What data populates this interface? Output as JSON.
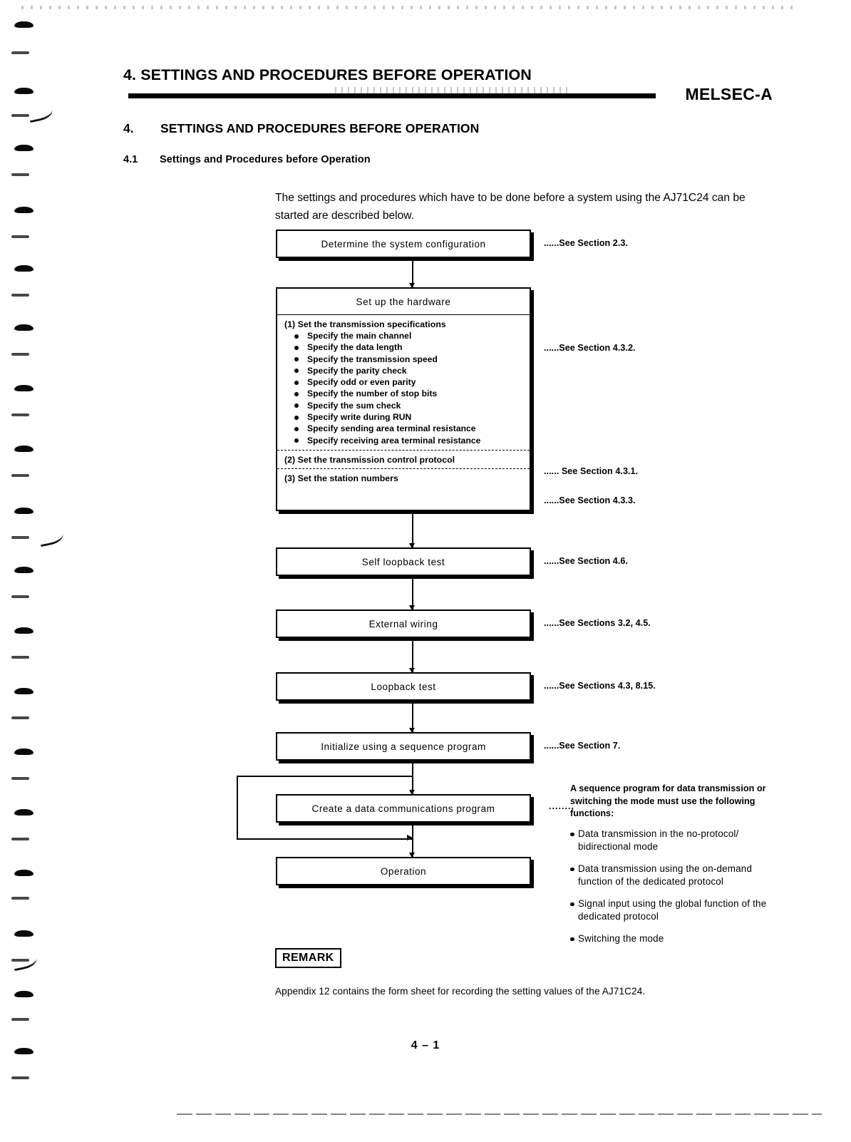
{
  "header": {
    "running_head": "4. SETTINGS AND PROCEDURES BEFORE OPERATION",
    "product_label": "MELSEC-A",
    "section_number": "4.",
    "section_title": "SETTINGS AND PROCEDURES BEFORE OPERATION",
    "subsection_number": "4.1",
    "subsection_title": "Settings and Procedures before Operation"
  },
  "intro": "The settings and procedures which have to be done before a system using the AJ71C24 can be started are described below.",
  "flowchart": {
    "determine": {
      "label": "Determine the system configuration",
      "reference": "......See Section 2.3."
    },
    "hardware": {
      "title": "Set up the hardware",
      "item1": {
        "title": "(1)  Set the transmission specifications",
        "reference": "......See Section 4.3.2.",
        "bullets": [
          "Specify the main channel",
          "Specify the data length",
          "Specify the transmission speed",
          "Specify the parity check",
          "Specify odd or even parity",
          "Specify the number of stop bits",
          "Specify the sum check",
          "Specify write during RUN",
          "Specify sending area terminal resistance",
          "Specify receiving area terminal resistance"
        ]
      },
      "item2": {
        "title": "(2)  Set the transmission control protocol",
        "reference": "...... See Section 4.3.1."
      },
      "item3": {
        "title": "(3)  Set the station numbers",
        "reference": "......See Section 4.3.3."
      }
    },
    "self_loopback": {
      "label": "Self loopback test",
      "reference": "......See Section 4.6."
    },
    "external_wiring": {
      "label": "External wiring",
      "reference": "......See Sections 3.2, 4.5."
    },
    "loopback": {
      "label": "Loopback test",
      "reference": "......See Sections 4.3, 8.15."
    },
    "initialize": {
      "label": "Initialize using a sequence program",
      "reference": "......See Section 7."
    },
    "create_program": {
      "label": "Create a data communications program"
    },
    "operation": {
      "label": "Operation"
    }
  },
  "annotation": {
    "dots": "........",
    "lead": "A sequence program for data transmission or switching the mode must use the following functions:",
    "bullets": [
      "Data transmission in the no-protocol/ bidirectional mode",
      "Data transmission using the on-demand function of the dedicated protocol",
      "Signal input using the global function of the dedicated protocol",
      "Switching the mode"
    ]
  },
  "remark": {
    "label": "REMARK",
    "text": "Appendix 12 contains the form sheet for recording the setting values of the AJ71C24."
  },
  "footer": {
    "page_number": "4 – 1"
  },
  "colors": {
    "ink": "#000000",
    "paper": "#ffffff"
  }
}
